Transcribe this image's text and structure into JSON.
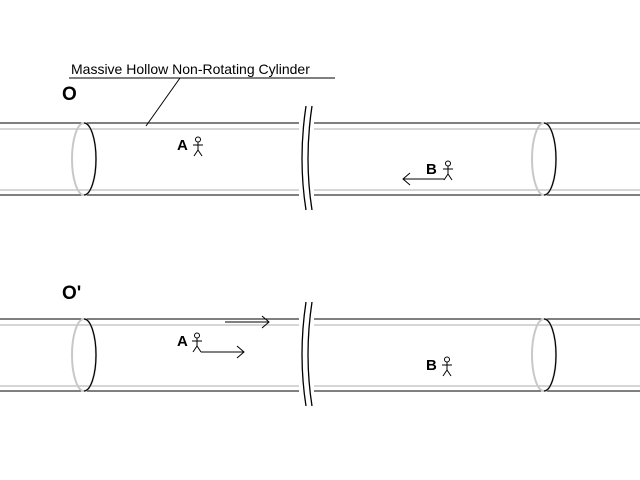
{
  "diagram": {
    "title": "Massive Hollow Non-Rotating Cylinder",
    "colors": {
      "stroke": "#000000",
      "rim": "#c8c8c8",
      "background": "#ffffff"
    },
    "frames": [
      {
        "label": "O",
        "observers": [
          {
            "label": "A",
            "motion": "none"
          },
          {
            "label": "B",
            "motion": "left"
          }
        ],
        "cylinder_motion": "none"
      },
      {
        "label": "O'",
        "observers": [
          {
            "label": "A",
            "motion": "right"
          },
          {
            "label": "B",
            "motion": "none"
          }
        ],
        "cylinder_motion": "right"
      }
    ]
  }
}
